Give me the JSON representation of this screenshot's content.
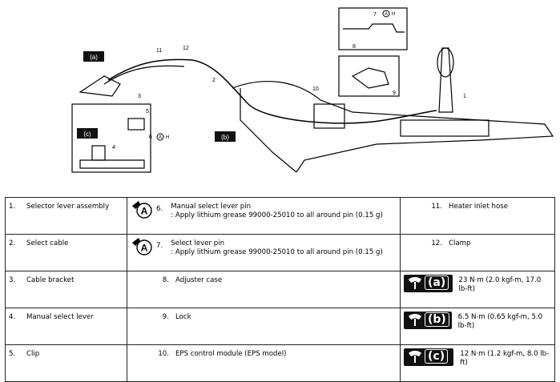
{
  "legend": {
    "rows": [
      [
        {
          "num": "1.",
          "text": "Selector lever assembly"
        },
        {
          "num": "6.",
          "text": "Manual select lever pin",
          "note": ": Apply lithium grease 99000-25010 to all around pin (0.15 g)",
          "icon": "grease-a-icon"
        },
        {
          "num": "11.",
          "text": "Heater inlet hose"
        }
      ],
      [
        {
          "num": "2.",
          "text": "Select cable"
        },
        {
          "num": "7.",
          "text": "Select lever pin",
          "note": ": Apply lithium grease 99000-25010 to all around pin (0.15 g)",
          "icon": "grease-a-icon"
        },
        {
          "num": "12.",
          "text": "Clamp"
        }
      ],
      [
        {
          "num": "3.",
          "text": "Cable bracket"
        },
        {
          "num": "8.",
          "text": "Adjuster case"
        },
        {
          "badge": "(a)",
          "text": "23 N·m (2.0 kgf-m, 17.0 lb-ft)"
        }
      ],
      [
        {
          "num": "4.",
          "text": "Manual select lever"
        },
        {
          "num": "9.",
          "text": "Lock"
        },
        {
          "badge": "(b)",
          "text": "6.5 N·m (0.65 kgf-m, 5.0 lb-ft)"
        }
      ],
      [
        {
          "num": "5.",
          "text": "Clip"
        },
        {
          "num": "10.",
          "text": "EPS control module (EPS model)"
        },
        {
          "badge": "(c)",
          "text": "12 N·m (1.2 kgf-m, 8.0 lb-ft)"
        }
      ]
    ]
  },
  "diagram": {
    "callouts": [
      "1",
      "2",
      "3",
      "4",
      "5",
      "6",
      "7",
      "8",
      "9",
      "10",
      "11",
      "12"
    ],
    "torque_badges": [
      "(a)",
      "(b)",
      "(c)"
    ],
    "grease_letter": "A",
    "grease_suffix": "H"
  }
}
